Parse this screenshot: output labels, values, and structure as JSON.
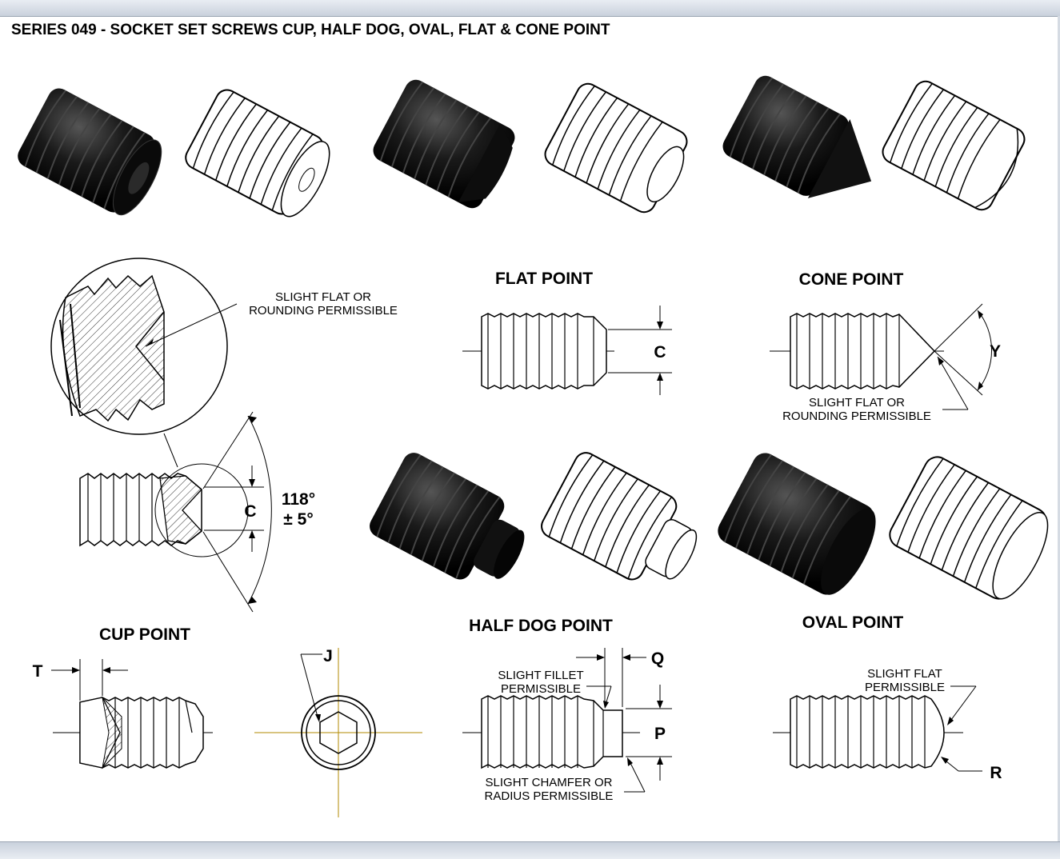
{
  "title": "SERIES 049 - SOCKET SET SCREWS CUP, HALF DOG, OVAL, FLAT & CONE POINT",
  "headings": {
    "flat_point": "FLAT POINT",
    "cone_point": "CONE POINT",
    "cup_point": "CUP POINT",
    "half_dog_point": "HALF DOG POINT",
    "oval_point": "OVAL POINT"
  },
  "notes": {
    "detail_flat_1": "SLIGHT FLAT OR",
    "detail_flat_2": "ROUNDING PERMISSIBLE",
    "cone_flat_1": "SLIGHT FLAT OR",
    "cone_flat_2": "ROUNDING PERMISSIBLE",
    "fillet_1": "SLIGHT FILLET",
    "fillet_2": "PERMISSIBLE",
    "chamfer_1": "SLIGHT CHAMFER OR",
    "chamfer_2": "RADIUS PERMISSIBLE",
    "oval_flat_1": "SLIGHT FLAT",
    "oval_flat_2": "PERMISSIBLE"
  },
  "dimensions": {
    "flat_c": "C",
    "cone_y": "Y",
    "cup_c": "C",
    "cup_angle": "118°",
    "cup_tolerance": "± 5°",
    "cup_t": "T",
    "socket_j": "J",
    "dog_q": "Q",
    "dog_p": "P",
    "oval_r": "R"
  },
  "colors": {
    "dark_render": "#111111",
    "line": "#000000",
    "centerline": "#b08a00",
    "toolbar": "#c9d1dc"
  },
  "icons": [
    "screw-render-dark",
    "screw-render-outline"
  ]
}
